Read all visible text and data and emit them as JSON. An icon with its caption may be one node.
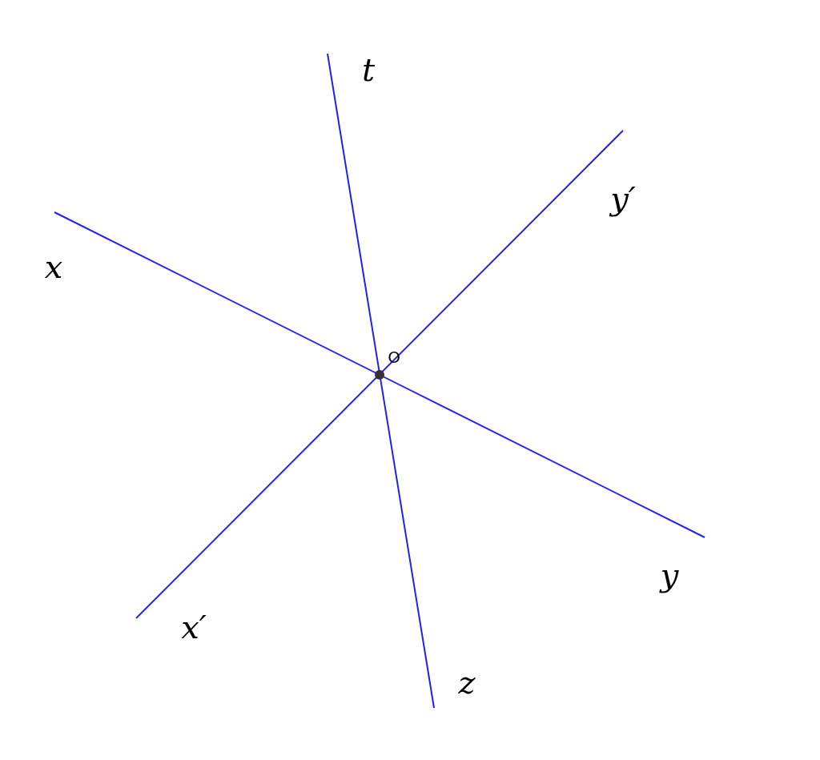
{
  "diagram": {
    "nodes": [
      {
        "text": [],
        "shape": "circle",
        "beside": [
          "O"
        ]
      }
    ],
    "labels": [
      "t",
      "y′",
      "x",
      "y",
      "x′",
      "z"
    ]
  }
}
